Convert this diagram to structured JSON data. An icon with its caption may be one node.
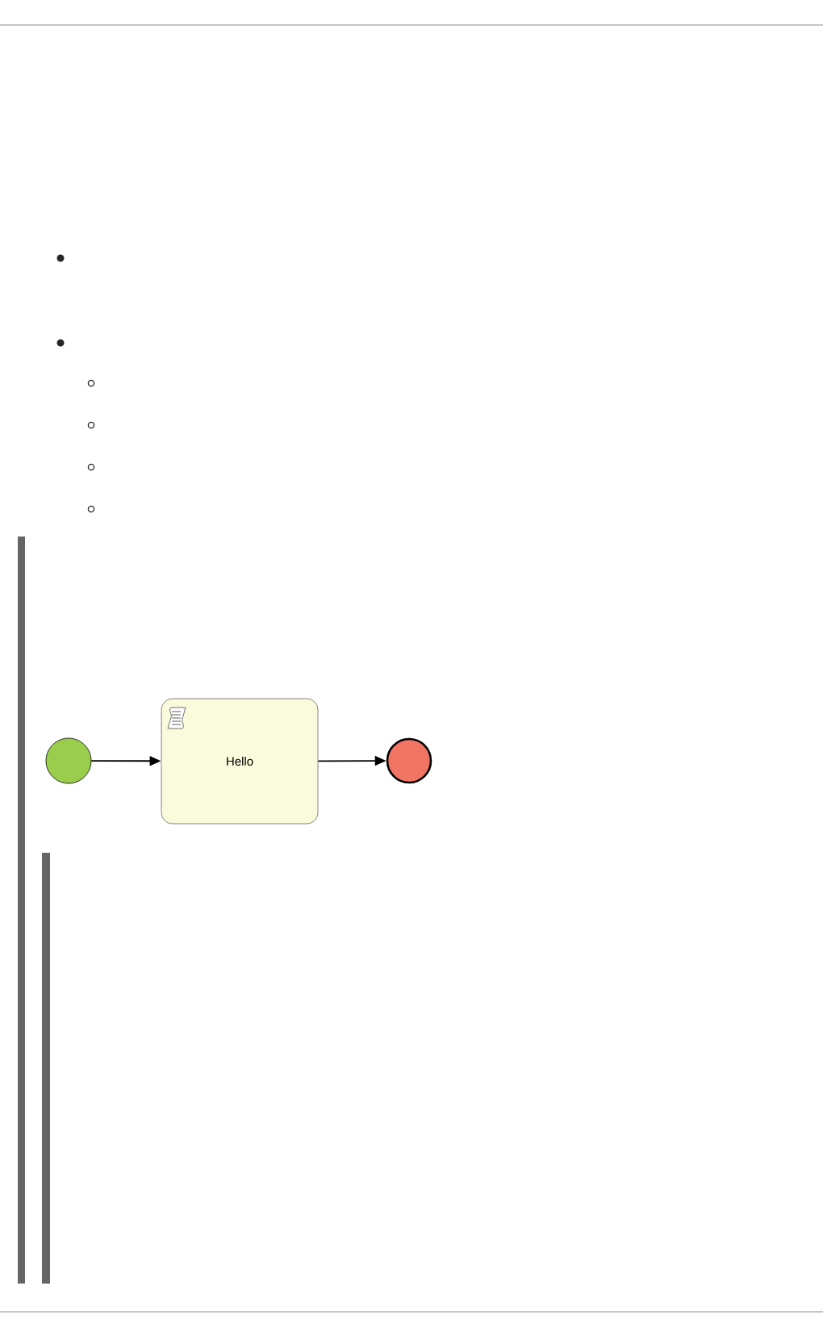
{
  "diagram": {
    "nodes": [
      {
        "text": [],
        "shape": "circle"
      },
      {
        "text": [
          "Hello"
        ]
      },
      {
        "text": [],
        "shape": "circle"
      }
    ],
    "edges": [
      {
        "from": 0,
        "to": 1,
        "arrow": "to"
      },
      {
        "from": 1,
        "to": 2,
        "arrow": "to"
      }
    ]
  }
}
